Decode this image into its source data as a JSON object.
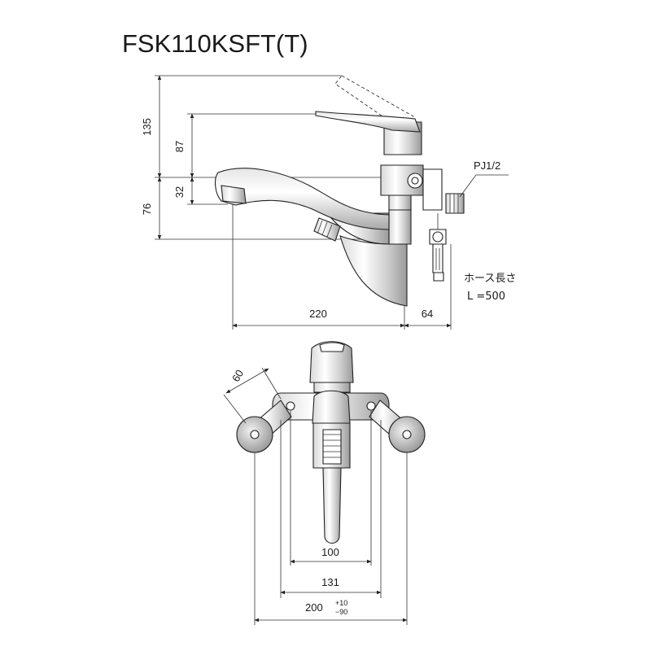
{
  "title": "FSK110KSFT(T)",
  "side_view": {
    "dim_135": "135",
    "dim_87": "87",
    "dim_32": "32",
    "dim_76": "76",
    "dim_220": "220",
    "dim_64": "64",
    "connector_label": "PJ1/2",
    "hose_label": "ホース長さ",
    "hose_length": "L =500"
  },
  "front_view": {
    "dim_60": "60",
    "dim_100": "100",
    "dim_131": "131",
    "dim_200": "200",
    "tol_plus": "+10",
    "tol_minus": "−90"
  }
}
